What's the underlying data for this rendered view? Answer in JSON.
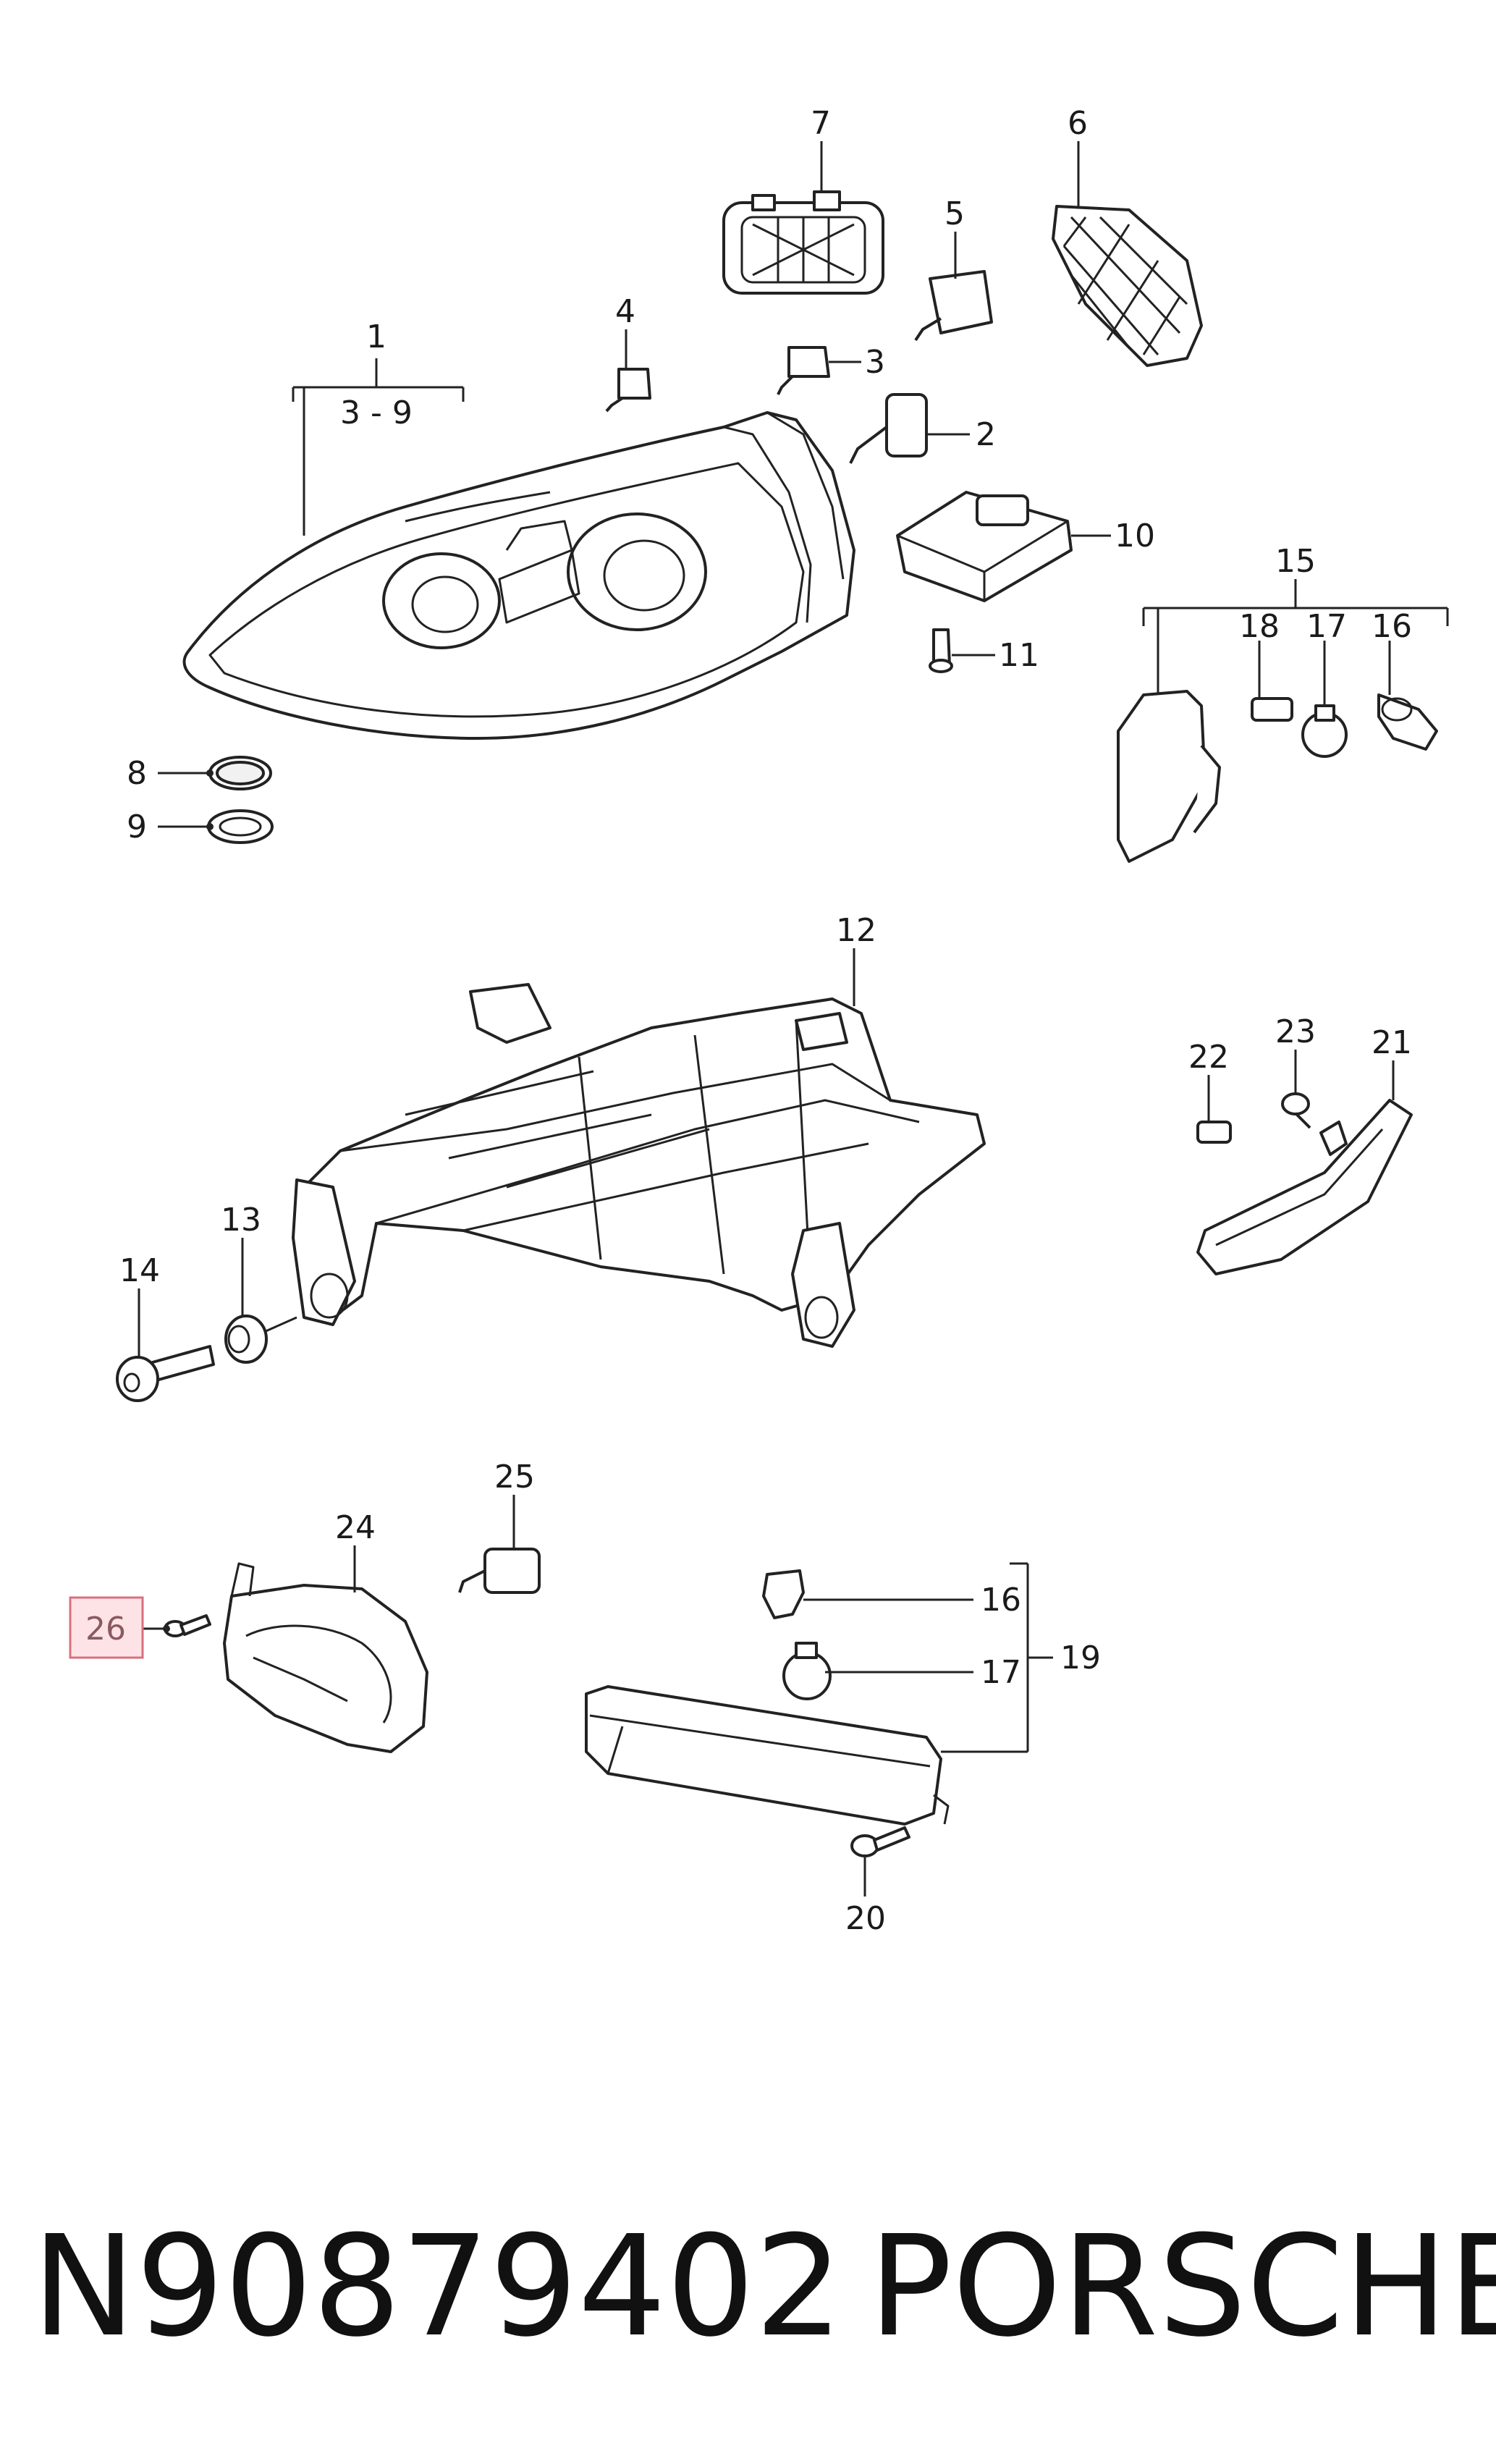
{
  "callouts": {
    "c1": "1",
    "c1_range": "3 - 9",
    "c2": "2",
    "c3": "3",
    "c4": "4",
    "c5": "5",
    "c6": "6",
    "c7": "7",
    "c8": "8",
    "c9": "9",
    "c10": "10",
    "c11": "11",
    "c12": "12",
    "c13": "13",
    "c14": "14",
    "c15": "15",
    "c16": "16",
    "c17": "17",
    "c18": "18",
    "c19": "19",
    "c20": "20",
    "c21": "21",
    "c22": "22",
    "c23": "23",
    "c24": "24",
    "c25": "25",
    "c26": "26",
    "c16b": "16",
    "c17b": "17"
  },
  "highlight": {
    "label": "26",
    "color": "#fde3e6",
    "border": "#d9707e"
  },
  "footer": {
    "part_number": "N90879402",
    "brand": "PORSCHE"
  }
}
